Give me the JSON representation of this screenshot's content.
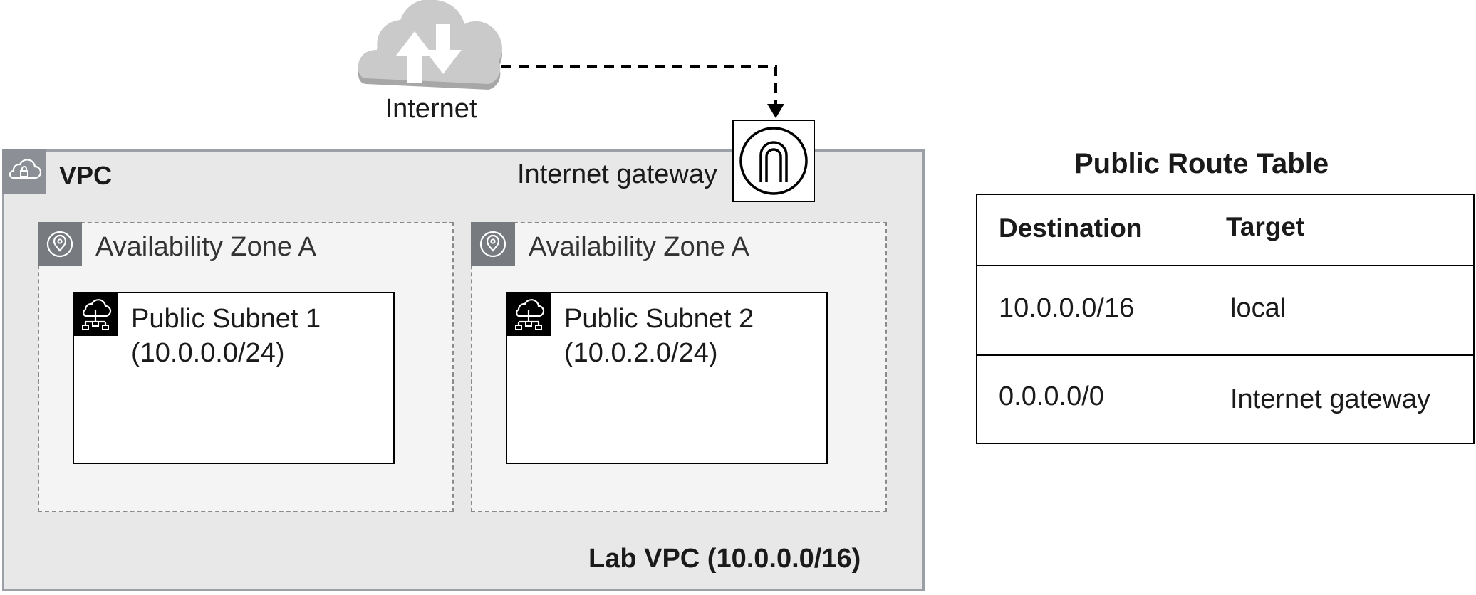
{
  "internet": {
    "label": "Internet"
  },
  "gateway": {
    "label": "Internet gateway"
  },
  "vpc": {
    "title": "VPC",
    "name": "Lab VPC (10.0.0.0/16)"
  },
  "availability_zones": [
    {
      "label": "Availability Zone A"
    },
    {
      "label": "Availability Zone A"
    }
  ],
  "subnets": [
    {
      "name": "Public Subnet 1",
      "cidr": "(10.0.0.0/24)"
    },
    {
      "name": "Public Subnet 2",
      "cidr": "(10.0.2.0/24)"
    }
  ],
  "route_table": {
    "title": "Public Route Table",
    "headers": [
      "Destination",
      "Target"
    ],
    "rows": [
      [
        "10.0.0.0/16",
        "local"
      ],
      [
        "0.0.0.0/0",
        "Internet gateway"
      ]
    ]
  },
  "icons": {
    "internet": "cloud-up-down-arrows-icon",
    "gateway": "internet-gateway-icon",
    "vpc": "cloud-lock-icon",
    "az": "map-pin-icon",
    "subnet": "cloud-network-icon"
  },
  "colors": {
    "vpc_fill": "#e8e8e8",
    "vpc_border": "#9aa0a6",
    "az_fill": "#f4f4f4",
    "cloud_fill": "#c8c8c8"
  }
}
